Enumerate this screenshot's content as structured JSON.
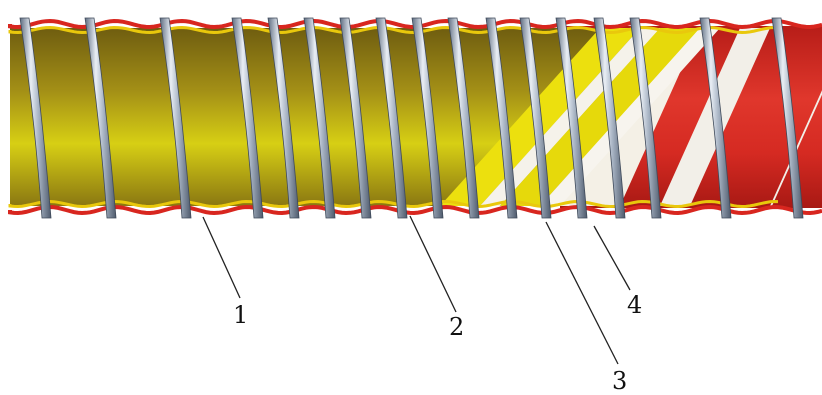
{
  "diagram": {
    "callouts": [
      {
        "id": "1",
        "label": "1"
      },
      {
        "id": "2",
        "label": "2"
      },
      {
        "id": "3",
        "label": "3"
      },
      {
        "id": "4",
        "label": "4"
      }
    ],
    "colors": {
      "liner_olive": "#8e7a12",
      "liner_yellow": "#d9d10c",
      "tape_yellow": "#f1e20c",
      "tape_white": "#f2efe8",
      "outer_red": "#d8261f",
      "wire_steel": "#8c9aae",
      "callout_line": "#222222"
    }
  }
}
